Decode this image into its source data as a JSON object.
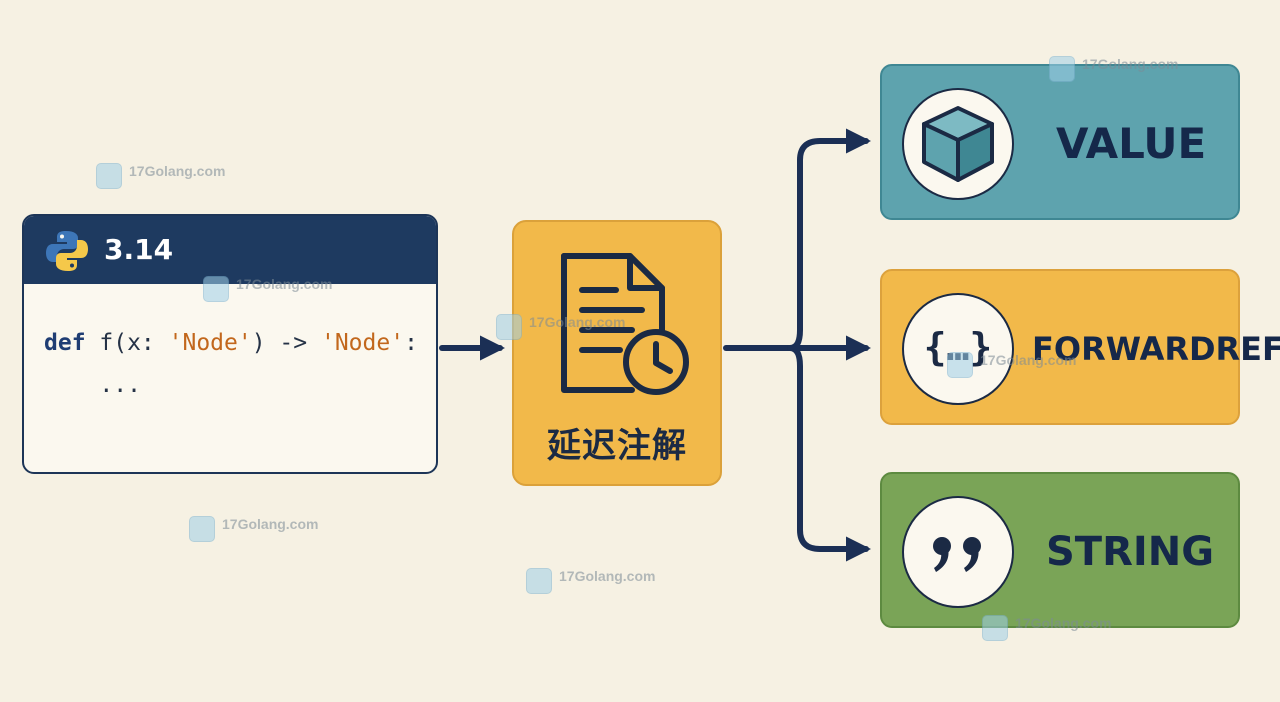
{
  "code_panel": {
    "version": "3.14",
    "code_line_1": {
      "kw": "def",
      "a": " f(x: ",
      "s1": "'Node'",
      "b": ") -> ",
      "s2": "'Node'",
      "c": ":"
    },
    "code_line_2": "    ..."
  },
  "deferred": {
    "label": "延迟注解"
  },
  "outputs": {
    "value": "VALUE",
    "forwardref": "FORWARDREF",
    "forwardref_icon_text": "{…}",
    "string": "STRING"
  },
  "watermark": "17Golang.com",
  "colors": {
    "navy": "#1e3a60",
    "amber": "#f2b94a",
    "teal": "#5ea3ae",
    "green": "#7aa457",
    "background": "#f6f1e3"
  },
  "icons": [
    "python-logo-icon",
    "document-clock-icon",
    "cube-icon",
    "braces-icon",
    "quote-icon"
  ]
}
